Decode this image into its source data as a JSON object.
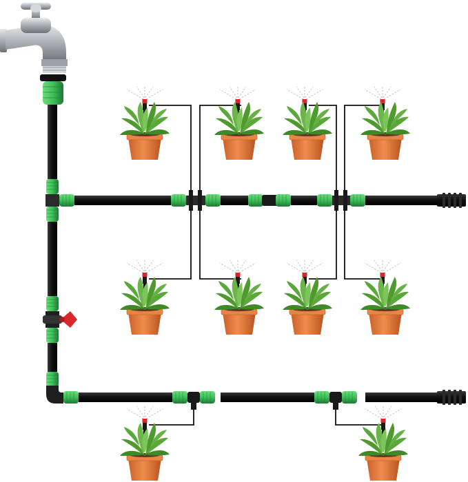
{
  "diagram": {
    "components": [
      {
        "name": "faucet",
        "icon": "faucet-icon"
      },
      {
        "name": "hose-adapter",
        "icon": "green-connector-icon"
      },
      {
        "name": "main-supply-tube",
        "icon": "black-tube"
      },
      {
        "name": "tee-connector",
        "icon": "tee-icon"
      },
      {
        "name": "shutoff-valve",
        "icon": "red-valve-icon"
      },
      {
        "name": "elbow-connector",
        "icon": "elbow-icon"
      },
      {
        "name": "branch-line-upper",
        "icon": "black-tube"
      },
      {
        "name": "branch-line-lower",
        "icon": "black-tube"
      },
      {
        "name": "coupling",
        "icon": "coupling-icon"
      },
      {
        "name": "end-plug",
        "icon": "end-plug-icon"
      },
      {
        "name": "micro-sprinkler",
        "icon": "sprinkler-stake-icon"
      },
      {
        "name": "potted-plant",
        "icon": "potted-plant-icon"
      }
    ],
    "plant_count": 10,
    "colors": {
      "tube": "#151515",
      "connector_green": "#3fbf5a",
      "connector_dark": "#1e7a35",
      "valve_red": "#d9262c",
      "pot": "#e07a3a",
      "leaf": "#4f9a2e",
      "metal": "#b9bcc0",
      "spray": "#c8c8c8"
    }
  }
}
